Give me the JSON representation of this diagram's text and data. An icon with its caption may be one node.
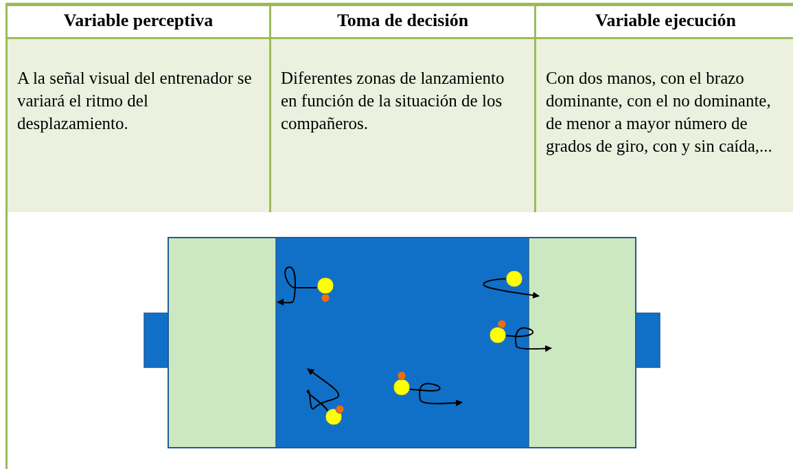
{
  "diagram": {
    "labels": [
      "Variable perceptiva",
      "Toma de decisión",
      "Variable ejecución",
      "A la señal visual del entrenador se variará el ritmo del desplazamiento.",
      "Diferentes zonas de lanzamiento en función de la situación de los compañeros.",
      "Con dos manos, con el brazo dominante, con el no dominante, de menor a mayor número de grados de giro, con y sin caída,..."
    ]
  }
}
